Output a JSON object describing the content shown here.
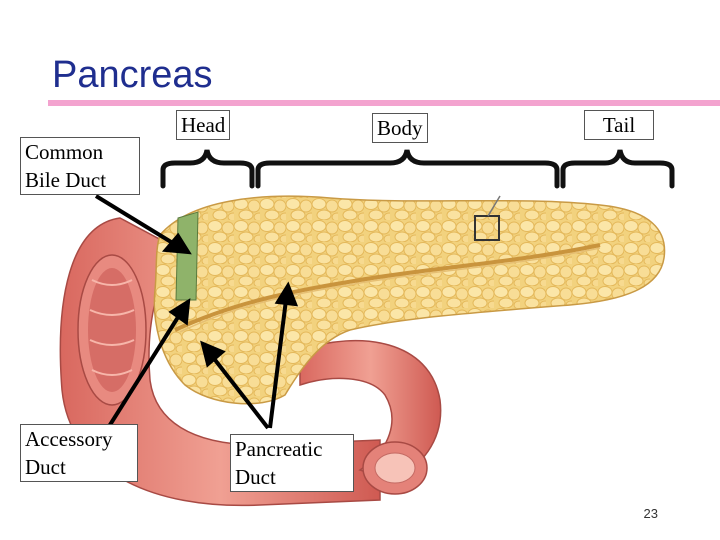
{
  "title": "Pancreas",
  "labels": {
    "head": "Head",
    "body": "Body",
    "tail": "Tail",
    "common_bile_duct_line1": "Common",
    "common_bile_duct_line2": "Bile Duct",
    "accessory_duct_line1": "Accessory",
    "accessory_duct_line2": "Duct",
    "pancreatic_duct_line1": "Pancreatic",
    "pancreatic_duct_line2": "Duct"
  },
  "page_number": "23",
  "colors": {
    "title": "#1f2e8f",
    "rule": "#f3a3cf",
    "gland": "#f4d98c",
    "intestine": "#e8837a"
  }
}
